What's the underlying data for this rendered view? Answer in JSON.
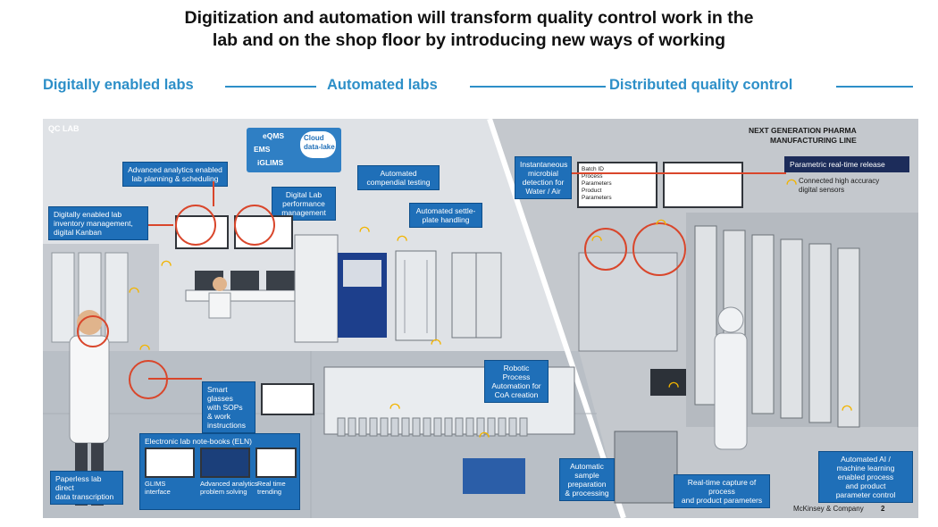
{
  "title": {
    "line1": "Digitization and automation will transform quality control work in the",
    "line2": "lab and on the shop floor by introducing new ways of working"
  },
  "phases": [
    "Digitally enabled labs",
    "Automated labs",
    "Distributed quality control"
  ],
  "qc_lab_label": "QC LAB",
  "next_gen_label": "NEXT GENERATION PHARMA\nMANUFACTURING LINE",
  "systems": [
    "eQMS",
    "EMS",
    "iGLIMS"
  ],
  "cloud_label": "Cloud\ndata-lake",
  "callouts": {
    "advanced_analytics": "Advanced analytics enabled\nlab planning & scheduling",
    "inventory": "Digitally enabled lab\ninventory management,\ndigital Kanban",
    "digital_lab": "Digital Lab\nperformance\nmanagement",
    "compendial": "Automated\ncompendial testing",
    "settle_plate": "Automated settle-\nplate handling",
    "microbial": "Instantaneous\nmicrobial\ndetection for\nWater / Air",
    "parametric": "Parametric real-time release",
    "sensors": "Connected high accuracy\ndigital sensors",
    "rpa": "Robotic Process\nAutomation for\nCoA creation",
    "smart_glasses": "Smart glasses\nwith SOPs\n& work\ninstructions",
    "eln": "Electronic lab note-books (ELN)",
    "paperless": "Paperless lab direct\ndata transcription",
    "sample_prep": "Automatic\nsample\npreparation\n& processing",
    "realtime": "Real-time capture of process\nand product parameters",
    "ai": "Automated AI /\nmachine learning\nenabled process\nand product\nparameter control"
  },
  "eln_items": [
    "GLIMS\ninterface",
    "Advanced analytics\nproblem solving",
    "Real time\ntrending"
  ],
  "release_doc_rows": [
    "Batch ID",
    "Process\nParameters",
    "Product\nParameters"
  ],
  "footer": "McKinsey & Company",
  "page_number": "2",
  "colors": {
    "accent": "#2d8fc8",
    "callout": "#1f6fb8",
    "ring": "#d9462b",
    "wifi": "#f2b400"
  }
}
